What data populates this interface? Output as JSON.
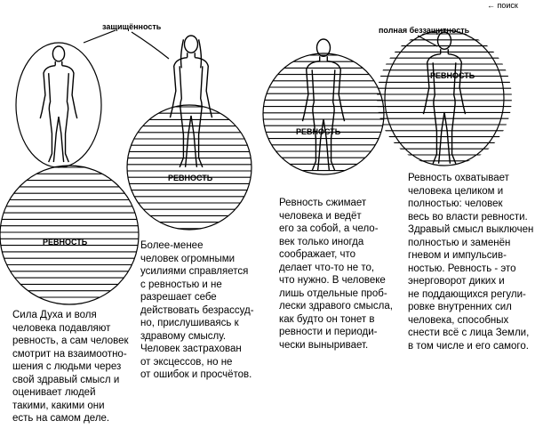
{
  "nav": {
    "search_label": "поиск"
  },
  "labels": {
    "protection": "защищённость",
    "full_defenselessness": "полная беззащитность"
  },
  "figures": [
    {
      "jealousy_label": "РЕВНОСТЬ",
      "caption": "Сила Духа и воля\nчеловека подавляют\nревность, а сам человек\nсмотрит на взаимоотно-\nшения с людьми через\nсвой здравый смысл и\nоценивает людей\nтакими, какими они\nесть на самом деле."
    },
    {
      "jealousy_label": "РЕВНОСТЬ",
      "caption": "Более-менее\nчеловек огромными\nусилиями справляется\nс ревностью и не\nразрешает себе\nдействовать безрассуд-\nно, прислушиваясь к\nздравому смыслу.\nЧеловек застрахован\nот эксцессов, но не\nот ошибок и просчётов."
    },
    {
      "jealousy_label": "РЕВНОСТЬ",
      "caption": "Ревность сжимает\nчеловека и ведёт\nего за собой, а чело-\nвек только иногда\nсоображает, что\nделает что-то не то,\nчто нужно. В человеке\nлишь отдельные проб-\nлески здравого смысла,\nкак будто он тонет в\nревности и периоди-\nчески выныривает."
    },
    {
      "jealousy_label": "РЕВНОСТЬ",
      "caption": "Ревность охватывает\nчеловека целиком и\nполностью: человек\nвесь во власти ревности.\nЗдравый смысл выключен\nполностью и заменён\nгневом и импульсив-\nностью. Ревность - это\nэнерговорот диких и\nне поддающихся регули-\nровке внутренних сил\nчеловека, способных\nснести всё с лица Земли,\nв том числе и его самого."
    }
  ]
}
